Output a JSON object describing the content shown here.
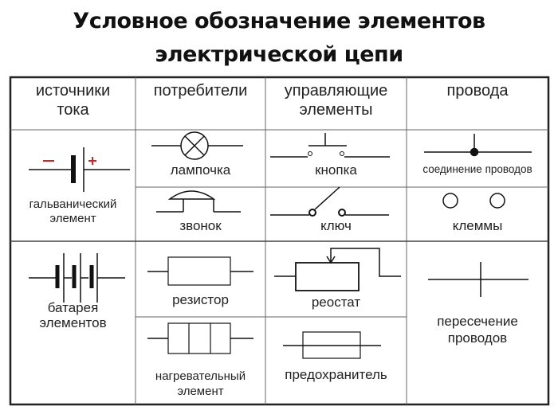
{
  "title": {
    "line1": "Условное обозначение элементов",
    "line2": "электрической цепи"
  },
  "headers": [
    {
      "line1": "источники",
      "line2": "тока"
    },
    {
      "line1": "потребители",
      "line2": ""
    },
    {
      "line1": "управляющие",
      "line2": "элементы"
    },
    {
      "line1": "провода",
      "line2": ""
    }
  ],
  "symbols": {
    "galvanic_cell": {
      "line1": "гальванический",
      "line2": "элемент",
      "minus": "—",
      "plus": "+",
      "icon": "galvanic-cell-symbol"
    },
    "lamp": {
      "label": "лампочка",
      "icon": "lamp-symbol"
    },
    "bell": {
      "label": "звонок",
      "icon": "bell-symbol"
    },
    "button": {
      "label": "кнопка",
      "icon": "push-button-symbol"
    },
    "switch": {
      "label": "ключ",
      "icon": "switch-symbol"
    },
    "wire_junction": {
      "label": "соединение проводов",
      "icon": "wire-junction-symbol"
    },
    "terminals": {
      "label": "клеммы",
      "icon": "terminals-symbol"
    },
    "battery": {
      "line1": "батарея",
      "line2": "элементов",
      "icon": "battery-symbol"
    },
    "resistor": {
      "label": "резистор",
      "icon": "resistor-symbol"
    },
    "heater": {
      "line1": "нагревательный",
      "line2": "элемент",
      "icon": "heating-element-symbol"
    },
    "rheostat": {
      "label": "реостат",
      "icon": "rheostat-symbol"
    },
    "fuse": {
      "label": "предохранитель",
      "icon": "fuse-symbol"
    },
    "wire_crossing": {
      "line1": "пересечение",
      "line2": "проводов",
      "icon": "wire-crossing-symbol"
    }
  },
  "colors": {
    "polarity": "#d42020",
    "line": "#111111",
    "grid": "#555555"
  }
}
